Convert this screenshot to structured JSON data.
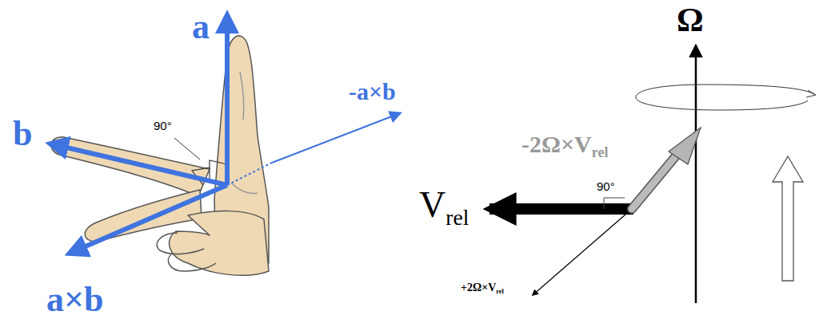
{
  "diagram": {
    "labels": [
      "a",
      "b",
      "-a×b",
      "a×b",
      "90°",
      "Ω",
      "-2Ω×V",
      "rel",
      "V",
      "rel",
      "90°",
      "+2Ω×V",
      "rel"
    ]
  }
}
